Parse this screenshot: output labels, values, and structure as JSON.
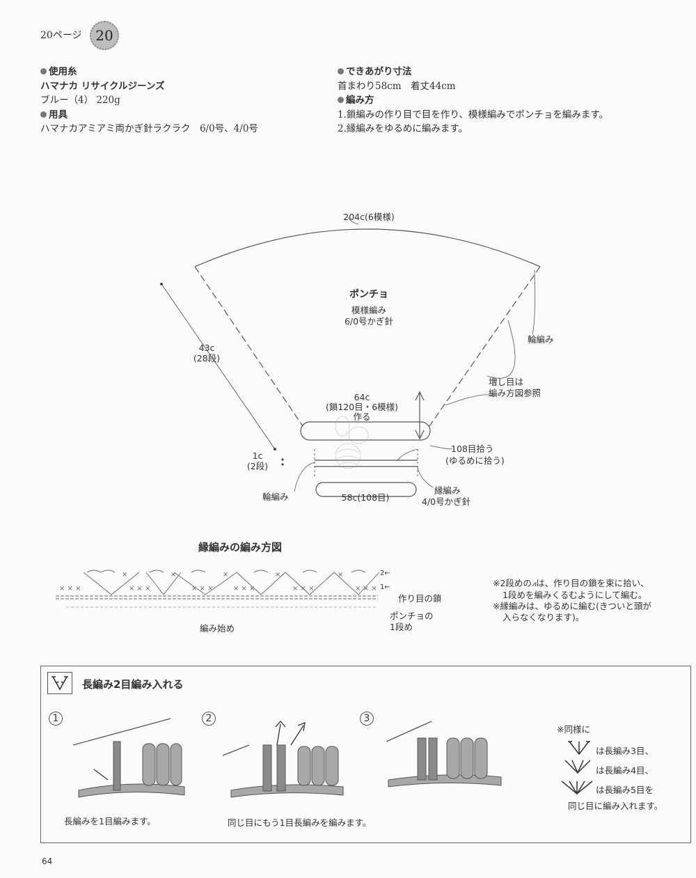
{
  "header": {
    "page_ref": "20ページ",
    "badge": "20"
  },
  "materials": {
    "yarn_heading": "使用糸",
    "yarn_name": "ハマナカ リサイクルジーンズ",
    "yarn_color": "ブルー（4） 220g",
    "tools_heading": "用具",
    "tools_text": "ハマナカアミアミ両かぎ針ラクラク　6/0号、4/0号"
  },
  "finished": {
    "size_heading": "できあがり寸法",
    "size_text": "首まわり58cm　着丈44cm",
    "method_heading": "編み方",
    "step1": "1.鎖編みの作り目で目を作り、模様編みでポンチョを編みます。",
    "step2": "2.縁編みをゆるめに編みます。"
  },
  "diagram": {
    "top_width": "204c(6模様)",
    "title": "ポンチョ",
    "pattern": "模様編み",
    "hook": "6/0号かぎ針",
    "side_len": "43c",
    "side_rows": "(28段)",
    "ring_right": "輪編み",
    "increase_1": "増し目は",
    "increase_2": "編み方図参照",
    "cast_len": "64c",
    "cast_detail": "(鎖120目・6模様)",
    "cast_make": "作る",
    "pickup_1": "108目拾う",
    "pickup_2": "(ゆるめに拾う)",
    "edge_1c": "1c",
    "edge_rows": "(2段)",
    "ring_left": "輪編み",
    "neck": "58c(108目)",
    "edging_1": "縁編み",
    "edging_2": "4/0号かぎ針"
  },
  "edging_chart": {
    "title": "縁編みの編み方図",
    "row2": "2←",
    "row1": "1←",
    "foundation": "作り目の鎖",
    "start": "編み始め",
    "poncho_row1_a": "ポンチョの",
    "poncho_row1_b": "1段め",
    "note1": "※2段めの",
    "note1b": "は、作り目の鎖を束に拾い、",
    "note2": "1段めを編みくるむようにして編む。",
    "note3": "※縁編みは、ゆるめに編む(きついと頭が",
    "note4": "入らなくなります)。"
  },
  "technique": {
    "title": "長編み2目編み入れる",
    "steps": [
      {
        "num": "1",
        "caption": "長編みを1目編みます。"
      },
      {
        "num": "2",
        "caption": "同じ目にもう1目長編みを編みます。"
      },
      {
        "num": "3",
        "caption": ""
      }
    ],
    "similar": "※同様に",
    "three": "は長編み3目、",
    "four": "は長編み4目、",
    "five": "は長編み5目を",
    "same_st": "同じ目に編み入れます。"
  },
  "footer": {
    "page_number": "64"
  },
  "colors": {
    "line": "#555555",
    "badge": "#bdbdbd",
    "illus": "#9a9a9a"
  }
}
